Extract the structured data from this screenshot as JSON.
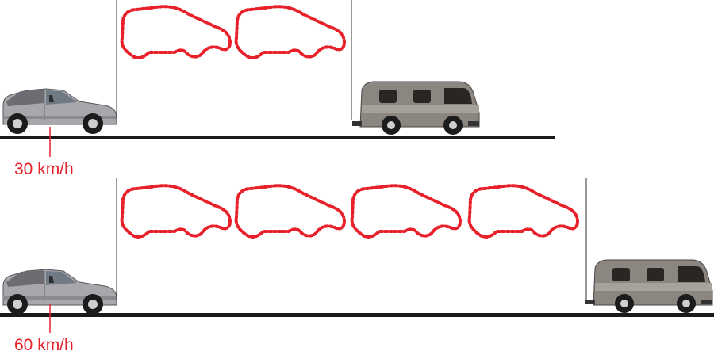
{
  "colors": {
    "speed_text": "#e8202a",
    "outline": "#e8202a",
    "road": "#1a1a1a",
    "car_body": "#a8a8ac",
    "car_dark": "#5a5a5e",
    "van_body": "#8c8680",
    "van_dark": "#2a2624",
    "tire": "#1c1c1c",
    "hub": "#cfcfcf"
  },
  "scenarios": [
    {
      "speed_label": "30 km/h",
      "car_lengths": 2
    },
    {
      "speed_label": "60 km/h",
      "car_lengths": 4
    }
  ]
}
